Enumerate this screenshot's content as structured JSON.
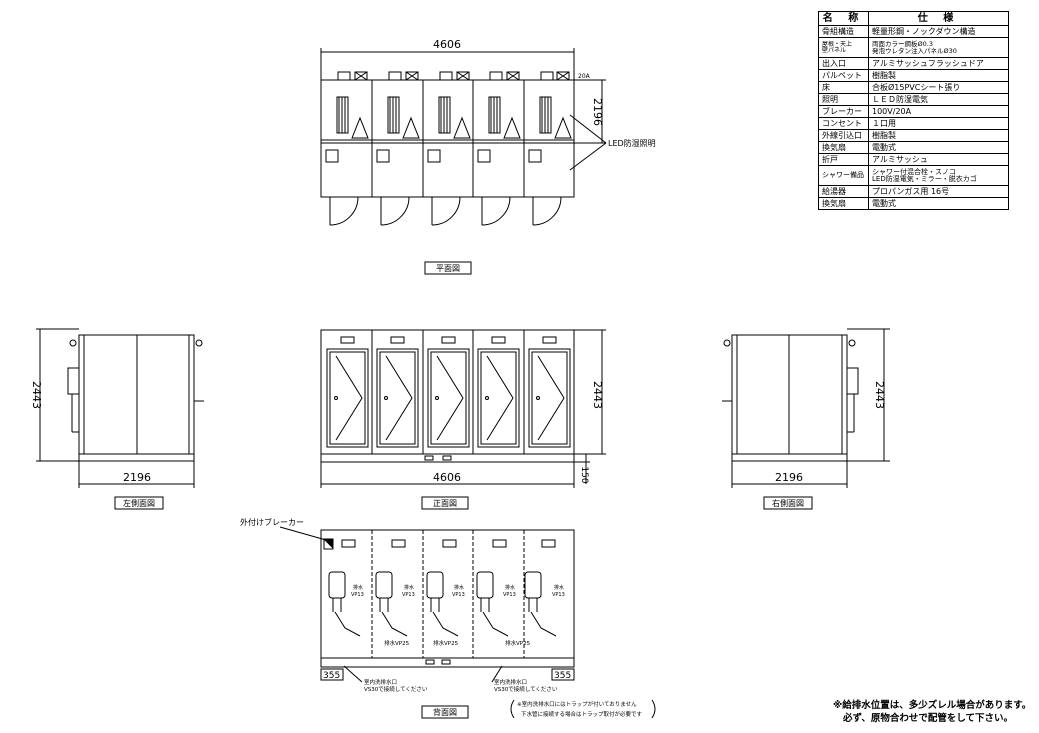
{
  "spec_table": {
    "header": {
      "name": "名 称",
      "spec": "仕 様"
    },
    "rows": [
      {
        "name": "骨組構造",
        "value": "軽量形鋼・ノックダウン構造"
      },
      {
        "name": "屋根・天上\n壁パネル",
        "value": "両面カラー鋼板Ø0.3\n発泡ウレタン注入パネルØ30"
      },
      {
        "name": "出入口",
        "value": "アルミサッシュフラッシュドア"
      },
      {
        "name": "パルペット",
        "value": "樹脂製"
      },
      {
        "name": "床",
        "value": "合板Ø15PVCシート張り"
      },
      {
        "name": "照明",
        "value": "ＬＥＤ防湿電気"
      },
      {
        "name": "ブレーカー",
        "value": "100V/20A"
      },
      {
        "name": "コンセント",
        "value": "１口用"
      },
      {
        "name": "外線引込口",
        "value": "樹脂製"
      },
      {
        "name": "換気扇",
        "value": "電動式"
      },
      {
        "name": "折戸",
        "value": "アルミサッシュ"
      },
      {
        "name": "シャワー備品",
        "value": "シャワー付混合栓・スノコ\nLED防湿電気・ミラー・脱衣カゴ"
      },
      {
        "name": "給湯器",
        "value": "プロパンガス用 16号"
      },
      {
        "name": "換気扇",
        "value": "電動式"
      }
    ]
  },
  "plan_view": {
    "width_dim": "4606",
    "depth_dim": "2196",
    "led_label": "LED防湿照明",
    "small_label": "20A",
    "caption": "平面図"
  },
  "left_view": {
    "width_dim": "2196",
    "height_dim": "2443",
    "caption": "左側面図"
  },
  "front_view": {
    "width_dim": "4606",
    "height_dim": "2443",
    "base_dim": "150",
    "caption": "正面図"
  },
  "right_view": {
    "width_dim": "2196",
    "height_dim": "2443",
    "caption": "右側面図"
  },
  "back_view": {
    "breaker_label": "外付けブレーカー",
    "drain_label": "排水\nVP13",
    "drain_main_label": "排水VP25",
    "edge_dim": "355",
    "indoor_drain_note": "室内洗排水口\nVS30で接続してください",
    "trap_note": "※室内洗排水口にはトラップが付いておりません\n下水管に接続する場合はトラップ取付が必要です",
    "caption": "背面図"
  },
  "footer_note": "※給排水位置は、多少ズレル場合があります。\n必ず、原物合わせで配管をして下さい。"
}
